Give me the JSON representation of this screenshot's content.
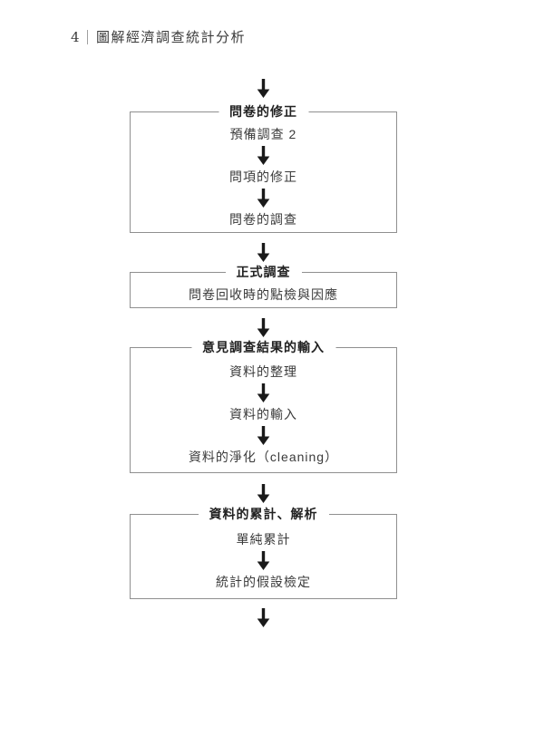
{
  "header": {
    "page_number": "4",
    "book_title": "圖解經濟調查統計分析"
  },
  "flowchart": {
    "stages": [
      {
        "title": "問卷的修正",
        "steps": [
          "預備調查 2",
          "問項的修正",
          "問卷的調查"
        ]
      },
      {
        "title": "正式調查",
        "steps": [
          "問卷回收時的點檢與因應"
        ]
      },
      {
        "title": "意見調查結果的輸入",
        "steps": [
          "資料的整理",
          "資料的輸入",
          "資料的淨化（cleaning）"
        ]
      },
      {
        "title": "資料的累計、解析",
        "steps": [
          "單純累計",
          "統計的假設檢定"
        ]
      }
    ]
  },
  "icons": {
    "down_arrow": "↓"
  },
  "colors": {
    "background": "#ffffff",
    "box_border": "#8f8f8f",
    "body_text": "#3a3a3a",
    "title_text": "#222222",
    "arrow": "#1a1a1a"
  }
}
